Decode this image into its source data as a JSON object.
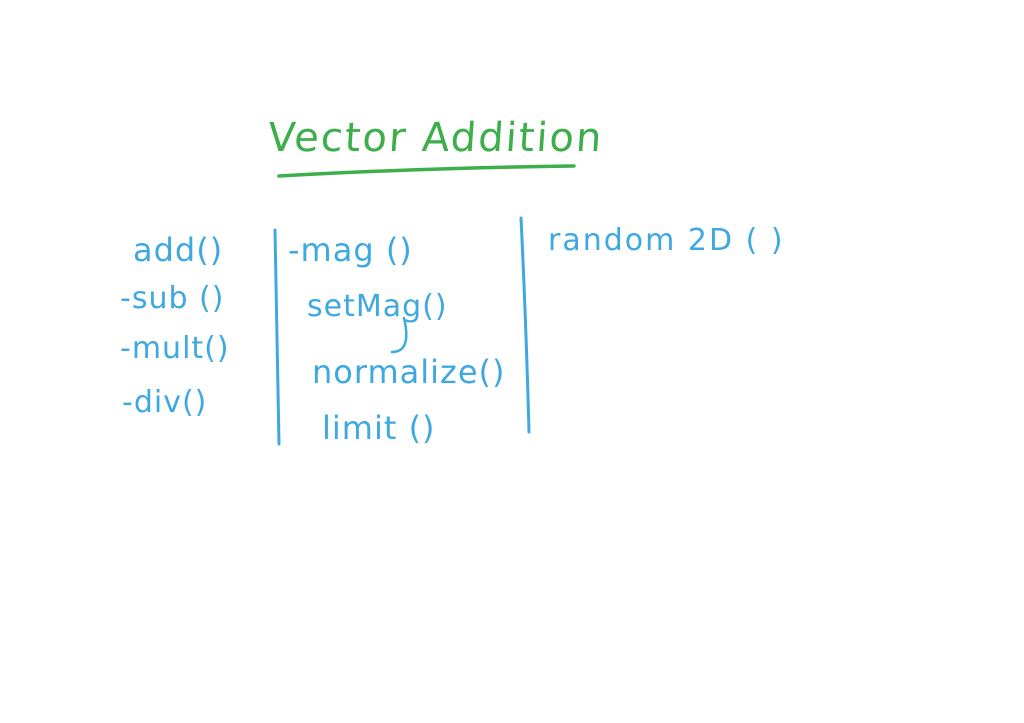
{
  "title": "Vector Addition",
  "columns": [
    {
      "items": [
        "add()",
        "-sub ()",
        "-mult()",
        "-div()"
      ]
    },
    {
      "items": [
        "-mag ()",
        "setMag()",
        "normalize()",
        "limit ()"
      ]
    },
    {
      "items": [
        "random 2D ( )"
      ]
    }
  ],
  "colors": {
    "title_ink": "#3cae4a",
    "body_ink": "#3ea8e0",
    "background": "#ffffff"
  }
}
